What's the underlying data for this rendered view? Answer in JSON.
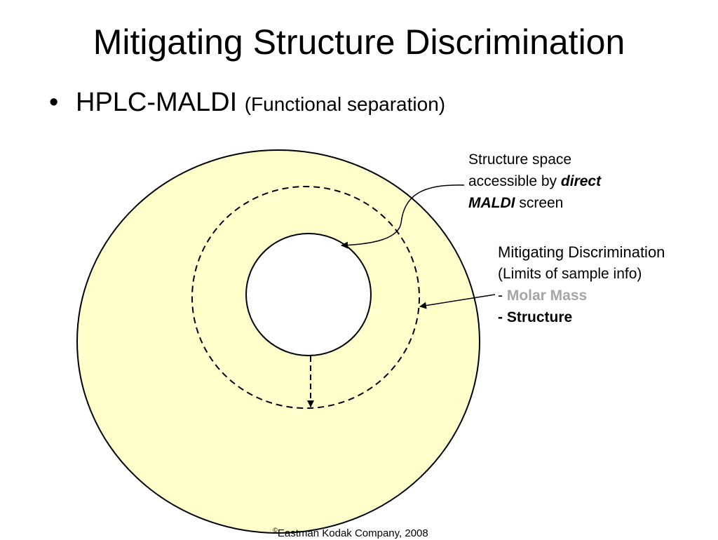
{
  "slide": {
    "title": "Mitigating Structure Discrimination",
    "bullet_symbol": "•",
    "bullet_main": "HPLC-MALDI",
    "bullet_paren": "(Functional separation)"
  },
  "labels": {
    "direct_maldi": {
      "line1": "Structure space",
      "line2_prefix": "accessible by ",
      "line2_emphasis": "direct",
      "line3_emphasis": "MALDI",
      "line3_suffix": " screen"
    },
    "mitigating": {
      "heading": "Mitigating Discrimination",
      "subheading": "(Limits of sample info)",
      "item1_prefix": "- ",
      "item1": "Molar Mass",
      "item2": "- Structure"
    }
  },
  "footer": {
    "copyright_symbol": "©",
    "copyright_text": "Eastman Kodak Company, 2008"
  },
  "colors": {
    "outer_fill": "#ffffcc",
    "inner_fill": "#ffffff",
    "stroke": "#000000",
    "muted_text": "#a6a6a6"
  }
}
